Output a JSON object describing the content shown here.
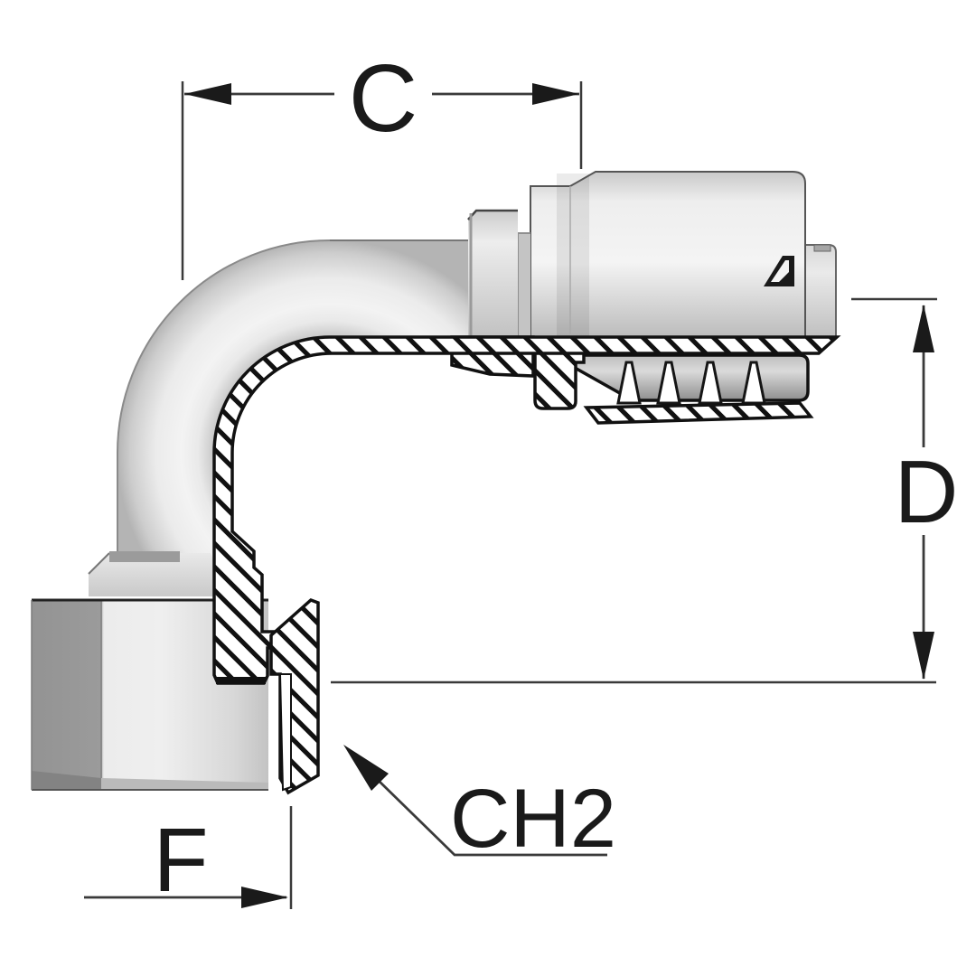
{
  "drawing": {
    "title": "90 degree elbow hose fitting - section drawing",
    "dimensions": {
      "c_label": "C",
      "d_label": "D",
      "f_label": "F",
      "ch2_label": "CH2"
    },
    "logo": "manufacturer-mark",
    "colors": {
      "background": "#ffffff",
      "outline": "#111111",
      "dimension_line": "#3a3a3a",
      "label_text": "#1a1a1a",
      "body_light": "#f3f3f3",
      "body_mid": "#cccccc",
      "body_dark": "#9a9a9a"
    }
  }
}
